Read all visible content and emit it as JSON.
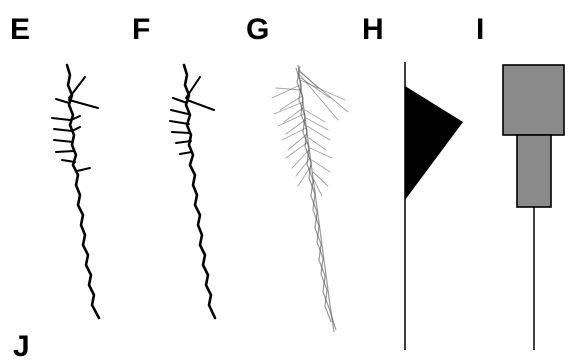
{
  "panels": {
    "e": {
      "label": "E"
    },
    "f": {
      "label": "F"
    },
    "g": {
      "label": "G"
    },
    "h": {
      "label": "H"
    },
    "i": {
      "label": "I"
    },
    "j": {
      "label": "J"
    }
  },
  "colors": {
    "ink": "#000000",
    "box": "#8a8a8a",
    "ghost": "#555555"
  }
}
